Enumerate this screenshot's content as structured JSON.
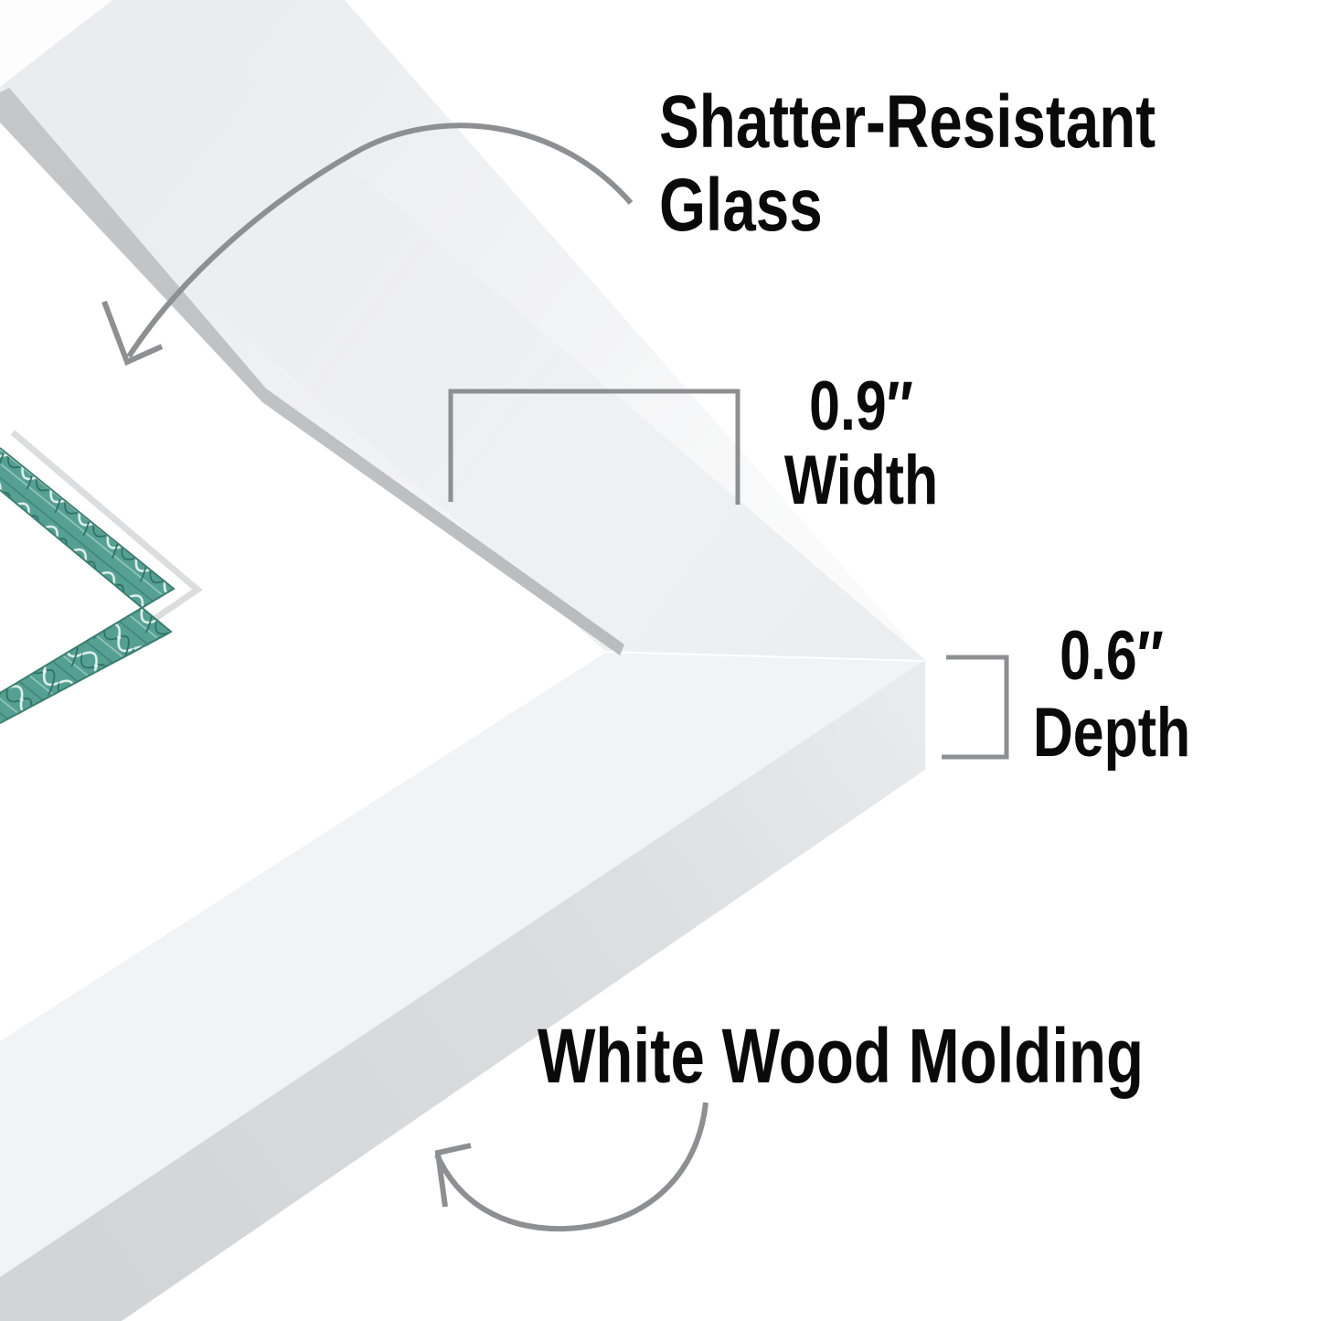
{
  "callouts": {
    "glass": {
      "line1": "Shatter-Resistant",
      "line2": "Glass"
    },
    "width": {
      "value": "0.9″",
      "label": "Width"
    },
    "depth": {
      "value": "0.6″",
      "label": "Depth"
    },
    "molding": {
      "label": "White Wood Molding"
    }
  },
  "colors": {
    "background": "#ffffff",
    "frame_white": "#fdfdfe",
    "frame_face_shade": "#ebedef",
    "frame_side_shadow": "#d3d5d7",
    "glass_tint": "#e9ebed",
    "glass_edge_strip": "#bfc1c3",
    "certificate_teal": "#55a093",
    "certificate_teal_dark": "#3c7d71",
    "mat_shadow": "#d8d9db",
    "annotation_gray": "#8e8f92",
    "text_color": "#0a0a0a"
  }
}
